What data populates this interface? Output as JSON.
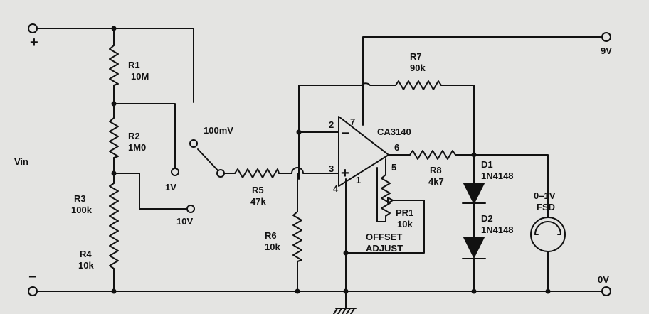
{
  "terminals": {
    "plus": "+",
    "minus": "−",
    "vin": "Vin",
    "supply_9v": "9V",
    "ground_0v": "0V"
  },
  "resistors": {
    "r1": {
      "name": "R1",
      "value": "10M"
    },
    "r2": {
      "name": "R2",
      "value": "1M0"
    },
    "r3": {
      "name": "R3",
      "value": "100k"
    },
    "r4": {
      "name": "R4",
      "value": "10k"
    },
    "r5": {
      "name": "R5",
      "value": "47k"
    },
    "r6": {
      "name": "R6",
      "value": "10k"
    },
    "r7": {
      "name": "R7",
      "value": "90k"
    },
    "r8": {
      "name": "R8",
      "value": "4k7"
    }
  },
  "pot": {
    "name": "PR1",
    "value": "10k",
    "note_line1": "OFFSET",
    "note_line2": "ADJUST"
  },
  "switch_positions": {
    "p100mv": "100mV",
    "p1v": "1V",
    "p10v": "10V"
  },
  "opamp": {
    "name": "CA3140",
    "pins": {
      "p1": "1",
      "p2": "2",
      "p3": "3",
      "p4": "4",
      "p5": "5",
      "p6": "6",
      "p7": "7"
    },
    "inv": "−",
    "noninv": "+"
  },
  "diodes": {
    "d1": {
      "name": "D1",
      "type": "1N4148"
    },
    "d2": {
      "name": "D2",
      "type": "1N4148"
    }
  },
  "meter": {
    "range": "0–1V",
    "label": "FSD"
  }
}
